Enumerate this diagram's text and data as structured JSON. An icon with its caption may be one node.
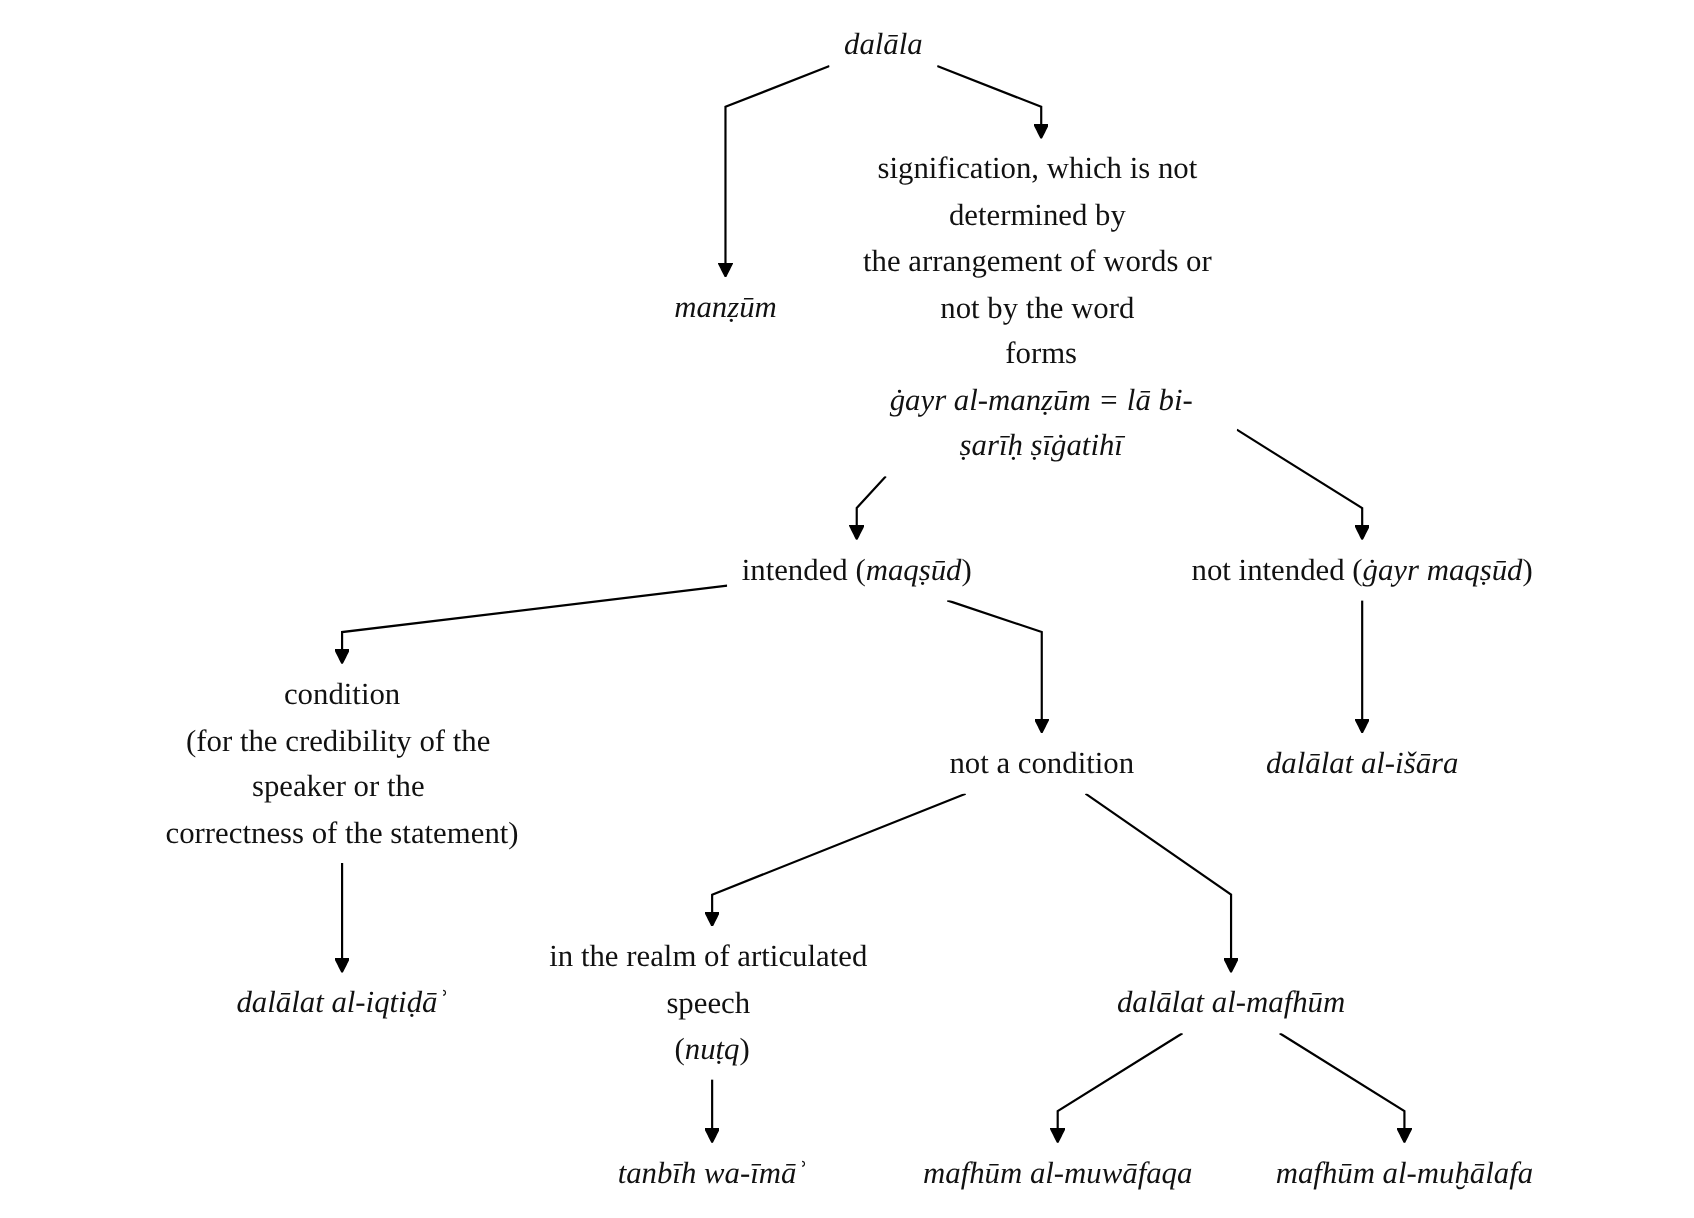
{
  "diagram": {
    "nodes": [
      {
        "text": [
          "dalāla"
        ]
      },
      {
        "text": [
          "manẓūm"
        ]
      },
      {
        "text": [
          "signification, which is not determined by the arrangement of words or not by the word forms",
          "ġayr al-manẓūm = lā bi-ṣarīḥ ṣīġatihī"
        ]
      },
      {
        "text": [
          "intended (*maqṣūd*)"
        ]
      },
      {
        "text": [
          "not intended (*ġayr maqṣūd*)"
        ]
      },
      {
        "text": [
          "condition",
          "(for the credibility of the speaker or the correctness of the statement)"
        ]
      },
      {
        "text": [
          "not a condition"
        ]
      },
      {
        "text": [
          "dalālat al-išāra"
        ]
      },
      {
        "text": [
          "dalālat al-iqtiḍāʾ"
        ]
      },
      {
        "text": [
          "in the realm of articulated speech (*nuṭq*)"
        ]
      },
      {
        "text": [
          "dalālat al-mafhūm"
        ]
      },
      {
        "text": [
          "tanbīh wa-īmāʾ"
        ]
      },
      {
        "text": [
          "mafhūm al-muwāfaqa"
        ]
      },
      {
        "text": [
          "mafhūm al-muḫālafa"
        ]
      }
    ],
    "edges": [
      {
        "from": 0,
        "to": 1,
        "arrow": "to"
      },
      {
        "from": 0,
        "to": 2,
        "arrow": "to"
      },
      {
        "from": 2,
        "to": 3,
        "arrow": "to"
      },
      {
        "from": 2,
        "to": 4,
        "arrow": "to"
      },
      {
        "from": 3,
        "to": 5,
        "arrow": "to"
      },
      {
        "from": 3,
        "to": 6,
        "arrow": "to"
      },
      {
        "from": 4,
        "to": 7,
        "arrow": "to"
      },
      {
        "from": 5,
        "to": 8,
        "arrow": "to"
      },
      {
        "from": 6,
        "to": 9,
        "arrow": "to"
      },
      {
        "from": 6,
        "to": 10,
        "arrow": "to"
      },
      {
        "from": 9,
        "to": 11,
        "arrow": "to"
      },
      {
        "from": 10,
        "to": 12,
        "arrow": "to"
      },
      {
        "from": 10,
        "to": 13,
        "arrow": "to"
      }
    ]
  }
}
